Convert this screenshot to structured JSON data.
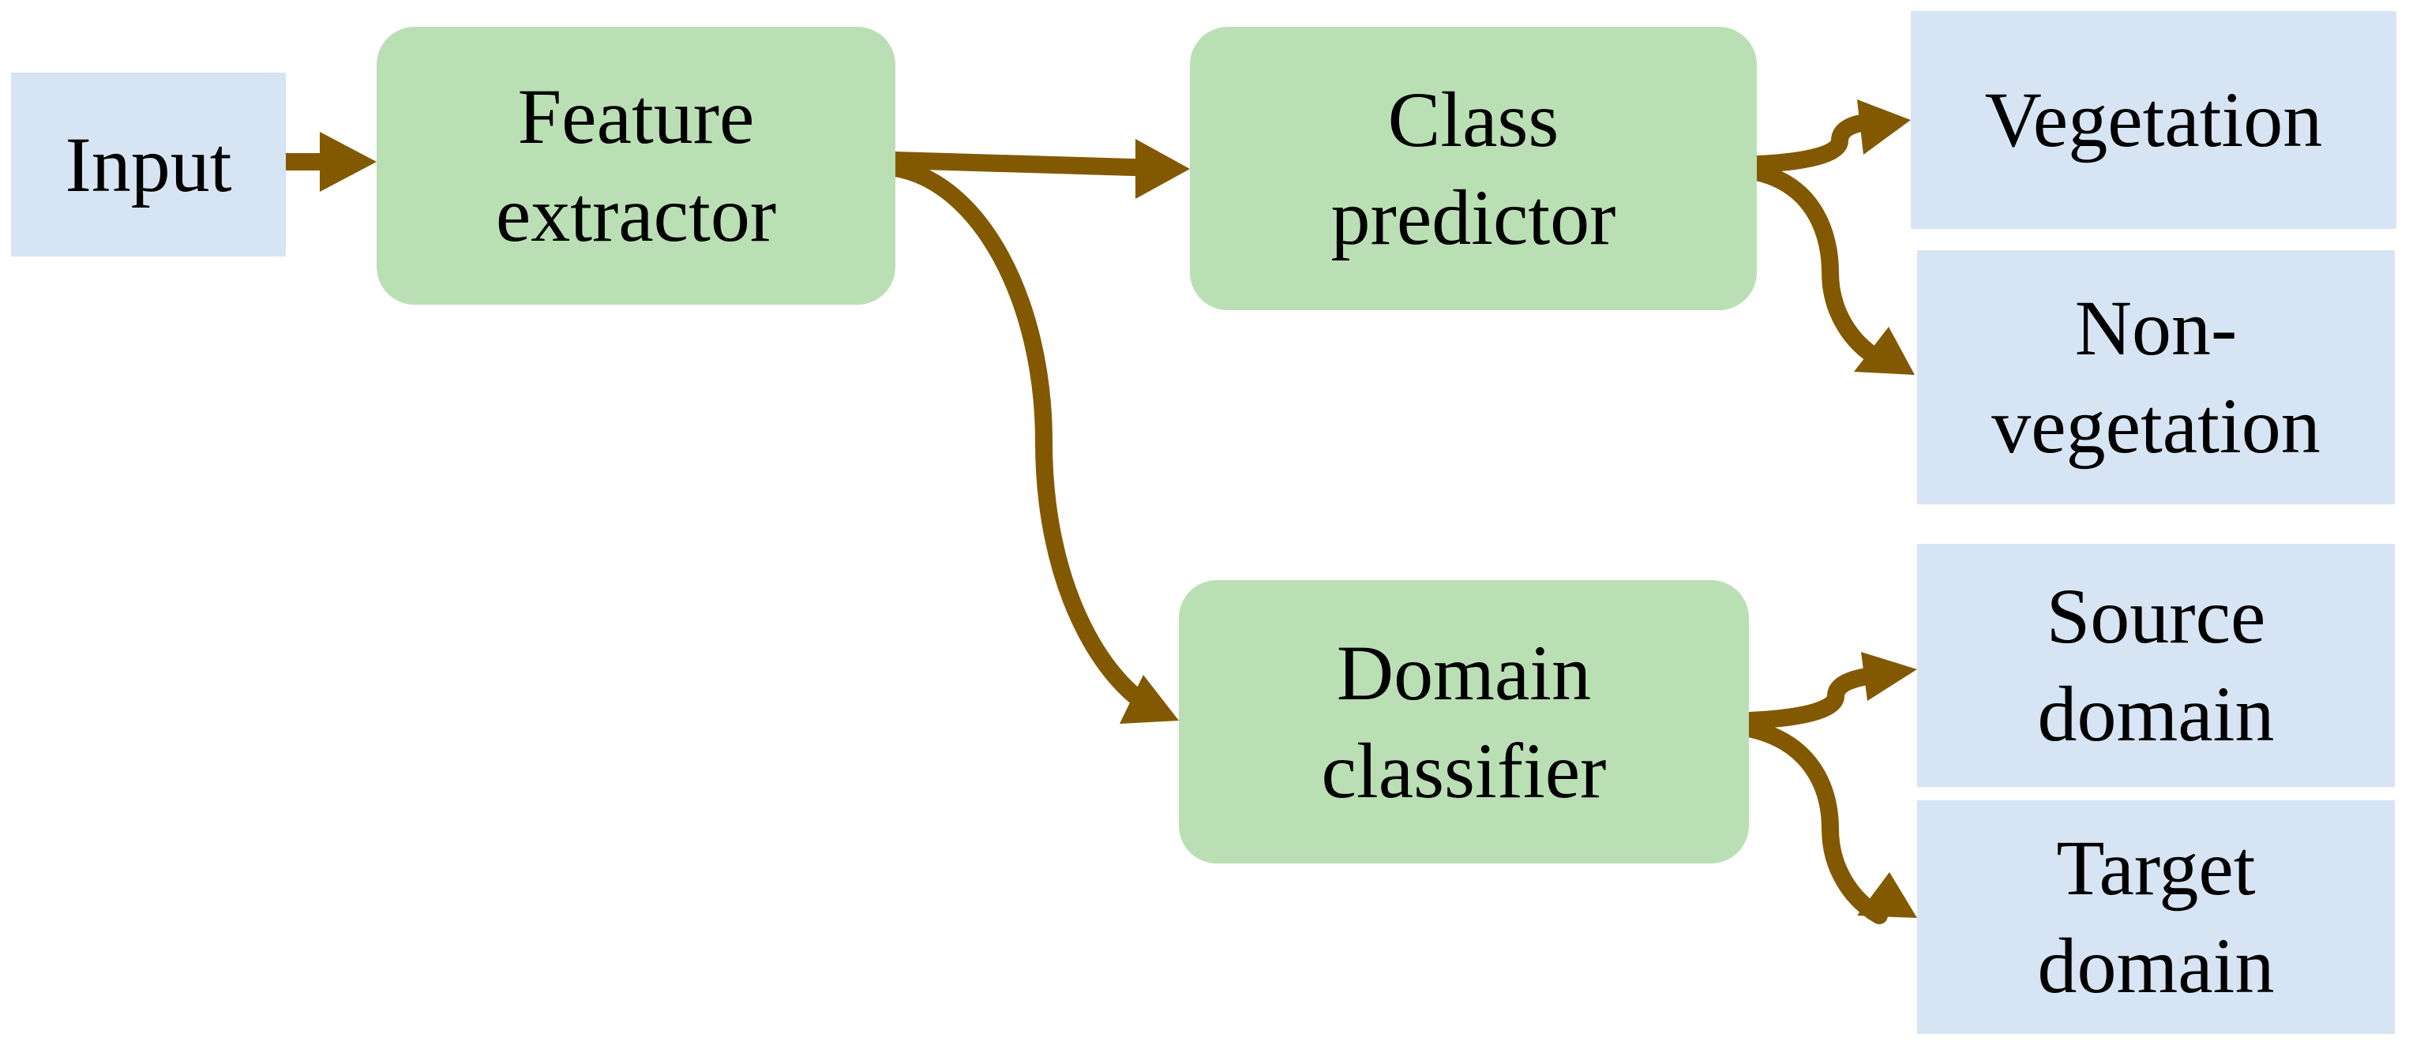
{
  "colors": {
    "io_fill": "#d7e4f3",
    "process_fill": "#badfb4",
    "arrow": "#825900",
    "text": "#000000"
  },
  "nodes": {
    "input": {
      "lines": [
        "Input"
      ]
    },
    "feature_extractor": {
      "lines": [
        "Feature",
        "extractor"
      ]
    },
    "class_predictor": {
      "lines": [
        "Class",
        "predictor"
      ]
    },
    "domain_classifier": {
      "lines": [
        "Domain",
        "classifier"
      ]
    },
    "vegetation": {
      "lines": [
        "Vegetation"
      ]
    },
    "non_vegetation": {
      "lines": [
        "Non-",
        "vegetation"
      ]
    },
    "source_domain": {
      "lines": [
        "Source",
        "domain"
      ]
    },
    "target_domain": {
      "lines": [
        "Target",
        "domain"
      ]
    }
  },
  "edges": [
    {
      "from": "input",
      "to": "feature_extractor"
    },
    {
      "from": "feature_extractor",
      "to": "class_predictor"
    },
    {
      "from": "feature_extractor",
      "to": "domain_classifier"
    },
    {
      "from": "class_predictor",
      "to": "vegetation"
    },
    {
      "from": "class_predictor",
      "to": "non_vegetation"
    },
    {
      "from": "domain_classifier",
      "to": "source_domain"
    },
    {
      "from": "domain_classifier",
      "to": "target_domain"
    }
  ]
}
